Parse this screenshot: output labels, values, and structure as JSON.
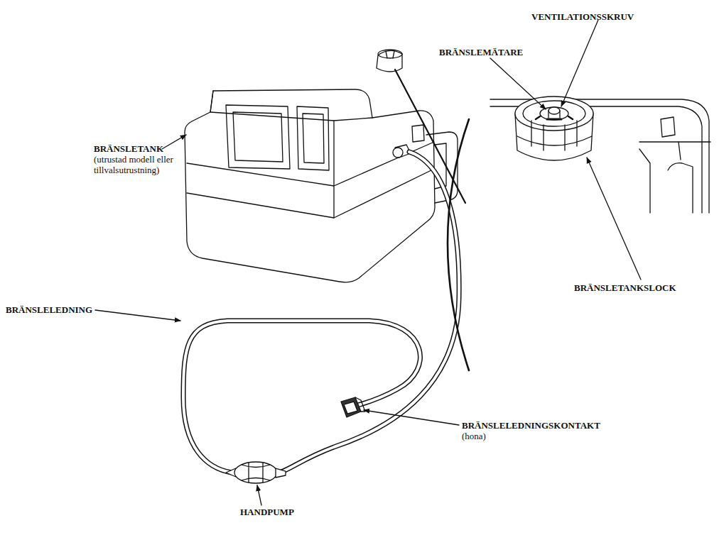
{
  "diagram": {
    "labels": [
      "VENTILATIONSSKRUV",
      "BRÄNSLEMÄTARE",
      "BRÄNSLETANK",
      "(utrustad modell eller tillvalsutrustning)",
      "BRÄNSLETANKSLOCK",
      "BRÄNSLELEDNING",
      "BRÄNSLELEDNINGSKONTAKT",
      "(hona)",
      "HANDPUMP"
    ]
  }
}
